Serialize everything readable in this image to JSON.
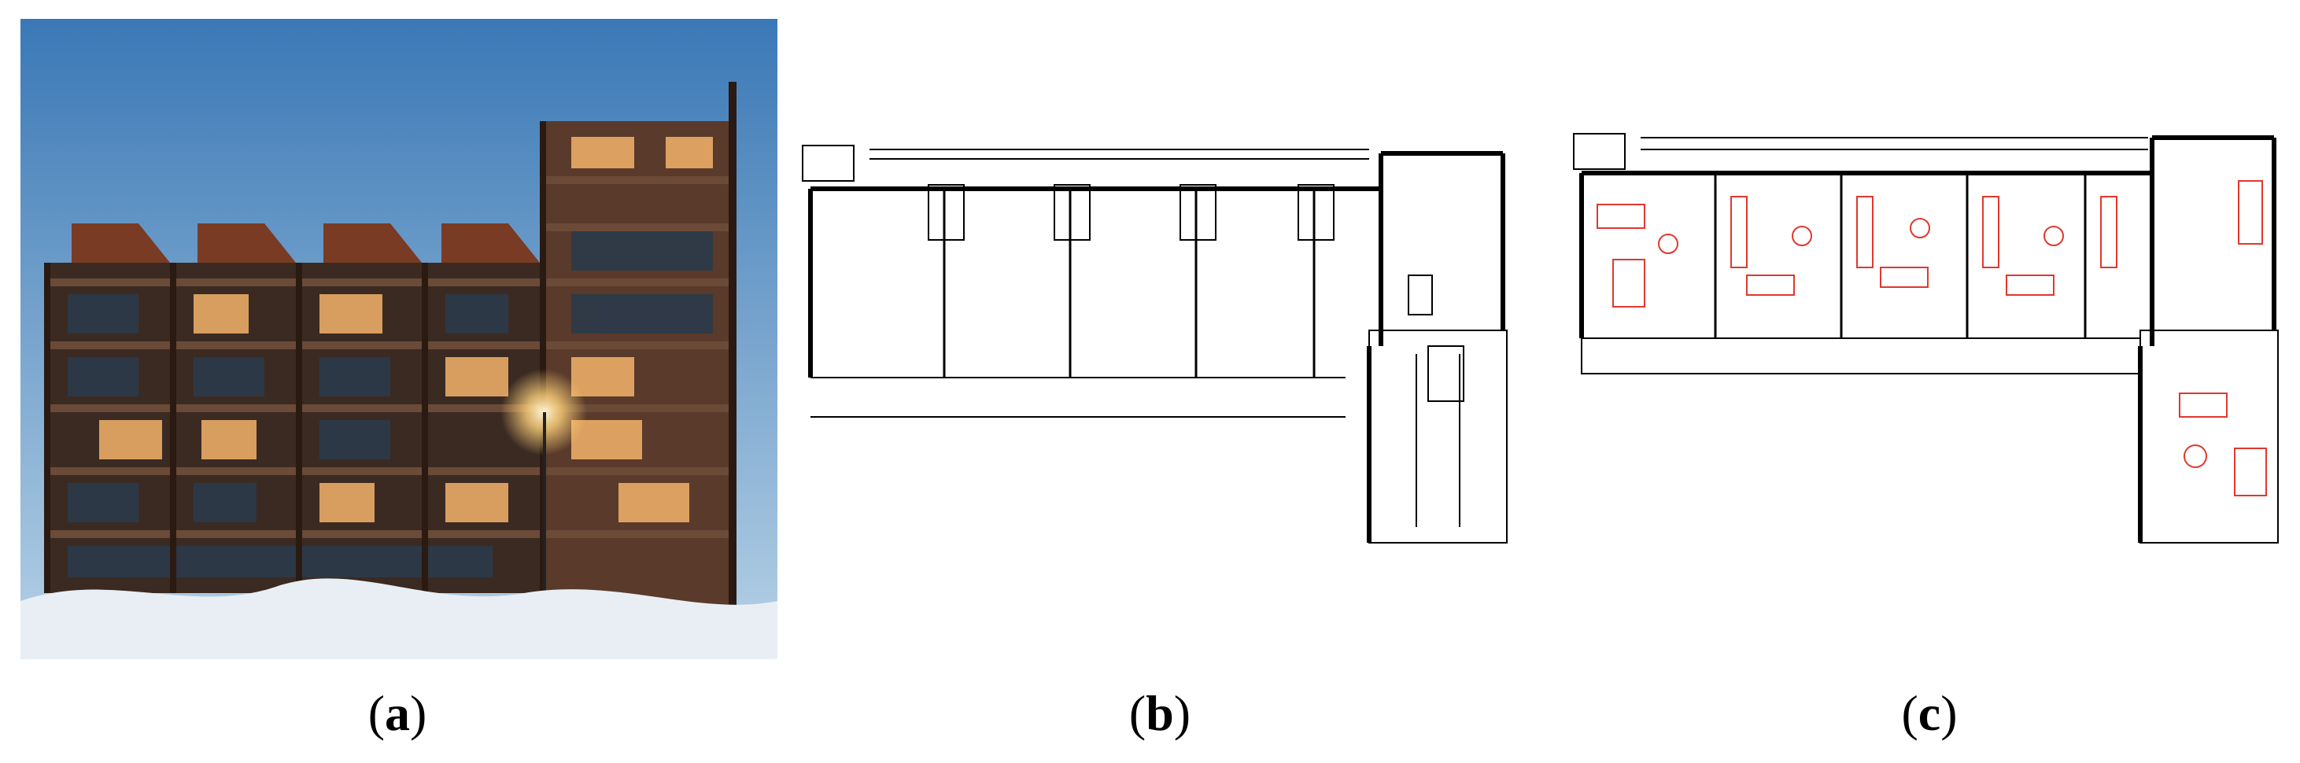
{
  "figure": {
    "panels": [
      {
        "id": "a",
        "content": "photo",
        "caption_open": "(",
        "caption_letter": "a",
        "caption_close": ")"
      },
      {
        "id": "b",
        "content": "floor-plan",
        "caption_open": "(",
        "caption_letter": "b",
        "caption_close": ")"
      },
      {
        "id": "c",
        "content": "furnished-floor-plan",
        "caption_open": "(",
        "caption_letter": "c",
        "caption_close": ")"
      }
    ]
  },
  "colors": {
    "sky_top": "#3d7bb8",
    "sky_bottom": "#a9c9e2",
    "brick": "#7a3b24",
    "window_glow": "#f3b36a",
    "snow": "#e8eef4",
    "plan_line": "#000000",
    "furniture_red": "#e0382e"
  }
}
